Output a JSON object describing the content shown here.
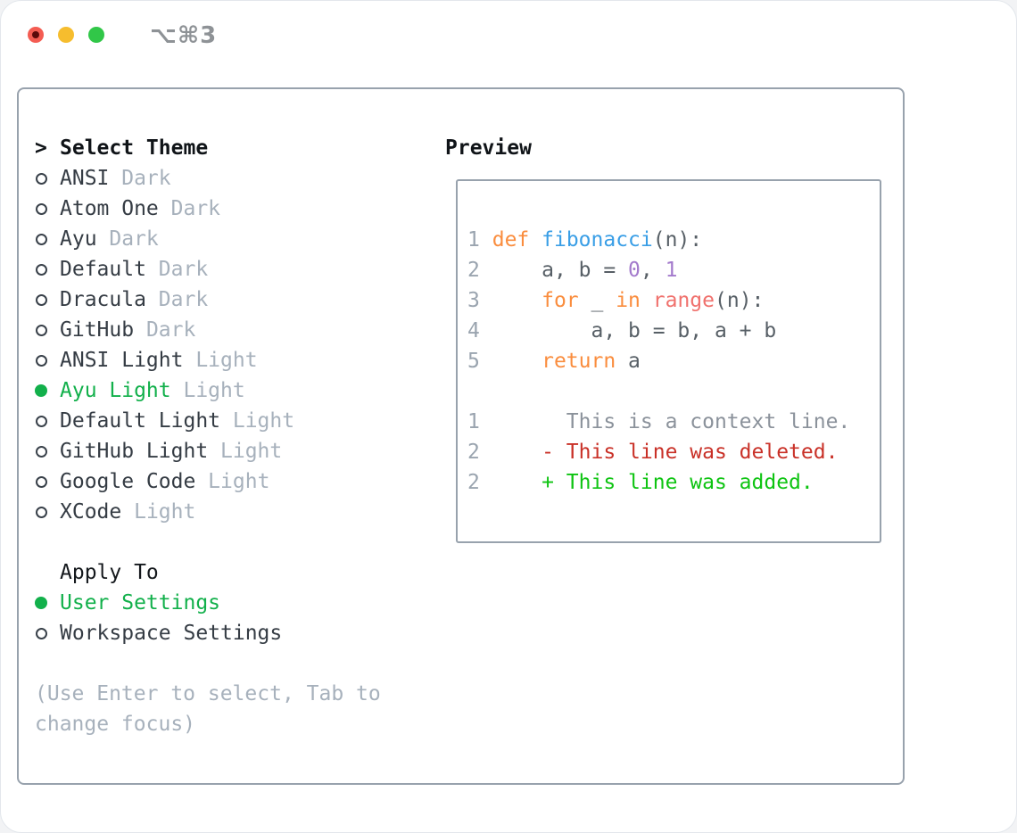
{
  "titlebar": {
    "title": "⌥⌘3",
    "buttons": [
      {
        "name": "close",
        "color": "#f45c52"
      },
      {
        "name": "minimize",
        "color": "#f6bd2e"
      },
      {
        "name": "zoom",
        "color": "#31c748"
      }
    ]
  },
  "colors": {
    "accent": "#12b04b",
    "ln": "#9aa4af",
    "kw": "#fa8d3e",
    "fn": "#399ee6",
    "nu": "#a37acc",
    "ca": "#f0716d",
    "fg": "#575f66",
    "ctx": "#8b929b",
    "del": "#c93128",
    "add": "#0ec412"
  },
  "theme_panel": {
    "header_prefix": ">",
    "header": "Select Theme",
    "items": [
      {
        "name": "ANSI",
        "variant": "Dark",
        "selected": false
      },
      {
        "name": "Atom One",
        "variant": "Dark",
        "selected": false
      },
      {
        "name": "Ayu",
        "variant": "Dark",
        "selected": false
      },
      {
        "name": "Default",
        "variant": "Dark",
        "selected": false
      },
      {
        "name": "Dracula",
        "variant": "Dark",
        "selected": false
      },
      {
        "name": "GitHub",
        "variant": "Dark",
        "selected": false
      },
      {
        "name": "ANSI Light",
        "variant": "Light",
        "selected": false
      },
      {
        "name": "Ayu Light",
        "variant": "Light",
        "selected": true
      },
      {
        "name": "Default Light",
        "variant": "Light",
        "selected": false
      },
      {
        "name": "GitHub Light",
        "variant": "Light",
        "selected": false
      },
      {
        "name": "Google Code",
        "variant": "Light",
        "selected": false
      },
      {
        "name": "XCode",
        "variant": "Light",
        "selected": false
      }
    ]
  },
  "apply_panel": {
    "header": "Apply To",
    "options": [
      {
        "label": "User Settings",
        "selected": true
      },
      {
        "label": "Workspace Settings",
        "selected": false
      }
    ]
  },
  "help_lines": [
    "(Use Enter to select, Tab to",
    "change focus)"
  ],
  "preview": {
    "header": "Preview",
    "lines": [
      [
        [
          "1",
          "ln"
        ],
        [
          " ",
          "fg"
        ],
        [
          "def",
          "kw"
        ],
        [
          " ",
          "fg"
        ],
        [
          "fibonacci",
          "fn"
        ],
        [
          "(n):",
          "fg"
        ]
      ],
      [
        [
          "2",
          "ln"
        ],
        [
          "     a, b = ",
          "fg"
        ],
        [
          "0",
          "nu"
        ],
        [
          ", ",
          "fg"
        ],
        [
          "1",
          "nu"
        ]
      ],
      [
        [
          "3",
          "ln"
        ],
        [
          "     ",
          "fg"
        ],
        [
          "for",
          "kw"
        ],
        [
          " _ ",
          "fg"
        ],
        [
          "in",
          "kw"
        ],
        [
          " ",
          "fg"
        ],
        [
          "range",
          "ca"
        ],
        [
          "(n):",
          "fg"
        ]
      ],
      [
        [
          "4",
          "ln"
        ],
        [
          "         a, b = b, a + b",
          "fg"
        ]
      ],
      [
        [
          "5",
          "ln"
        ],
        [
          "     ",
          "fg"
        ],
        [
          "return",
          "kw"
        ],
        [
          " a",
          "fg"
        ]
      ],
      [],
      [
        [
          "1",
          "ln"
        ],
        [
          "       This is a context line.",
          "ctx"
        ]
      ],
      [
        [
          "2",
          "ln"
        ],
        [
          "     ",
          "fg"
        ],
        [
          "- This line was deleted.",
          "del"
        ]
      ],
      [
        [
          "2",
          "ln"
        ],
        [
          "     ",
          "fg"
        ],
        [
          "+ This line was added.",
          "add"
        ]
      ]
    ]
  }
}
